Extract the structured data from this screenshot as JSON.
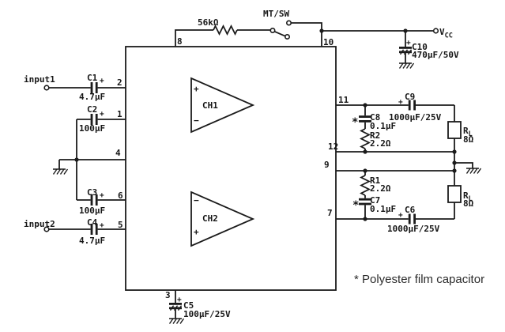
{
  "note": "* Polyester film capacitor",
  "inputs": {
    "input1": "input1",
    "input2": "input2"
  },
  "power": {
    "vcc_main": "V",
    "vcc_sub": "CC"
  },
  "switch": {
    "label": "MT/SW"
  },
  "amplifiers": {
    "ch1": {
      "label": "CH1",
      "noninv": "+",
      "inv": "−"
    },
    "ch2": {
      "label": "CH2",
      "noninv": "+",
      "inv": "−"
    }
  },
  "pins": {
    "p1": "1",
    "p2": "2",
    "p3": "3",
    "p4": "4",
    "p5": "5",
    "p6": "6",
    "p7": "7",
    "p8": "8",
    "p9": "9",
    "p10": "10",
    "p11": "11",
    "p12": "12"
  },
  "components": {
    "r_feedback": {
      "value": "56kΩ"
    },
    "c1": {
      "ref": "C1",
      "value": "4.7µF",
      "polarity": "+"
    },
    "c2": {
      "ref": "C2",
      "value": "100µF",
      "polarity": "+"
    },
    "c3": {
      "ref": "C3",
      "value": "100µF",
      "polarity": "+"
    },
    "c4": {
      "ref": "C4",
      "value": "4.7µF",
      "polarity": "+"
    },
    "c5": {
      "ref": "C5",
      "value": "100µF/25V",
      "polarity": "+"
    },
    "c6": {
      "ref": "C6",
      "value": "1000µF/25V",
      "polarity": "+"
    },
    "c7": {
      "ref": "C7",
      "value": "0.1µF",
      "film_mark": "*"
    },
    "c8": {
      "ref": "C8",
      "value": "0.1µF",
      "film_mark": "*"
    },
    "c9": {
      "ref": "C9",
      "value": "1000µF/25V",
      "polarity": "+"
    },
    "c10": {
      "ref": "C10",
      "value": "470µF/50V",
      "polarity": "+"
    },
    "r1": {
      "ref": "R1",
      "value": "2.2Ω"
    },
    "r2": {
      "ref": "R2",
      "value": "2.2Ω"
    },
    "rl_top": {
      "ref": "R",
      "sub": "L",
      "value": "8Ω"
    },
    "rl_bottom": {
      "ref": "R",
      "sub": "L",
      "value": "8Ω"
    }
  }
}
